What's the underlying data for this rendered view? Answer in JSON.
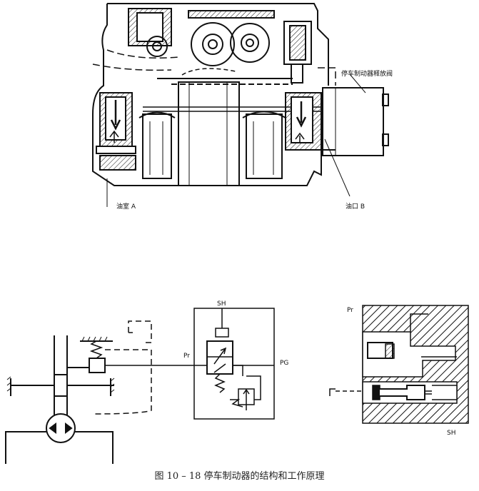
{
  "labels": {
    "release_valve": "停车制动器释放阀",
    "chamber_a": "油室 A",
    "port_b": "油口 B",
    "sh_top": "SH",
    "pr_left": "Pr",
    "pg": "PG",
    "pr_right": "Pr",
    "sh_bottom": "SH"
  },
  "caption": "图 10 – 18    停车制动器的结构和工作原理"
}
